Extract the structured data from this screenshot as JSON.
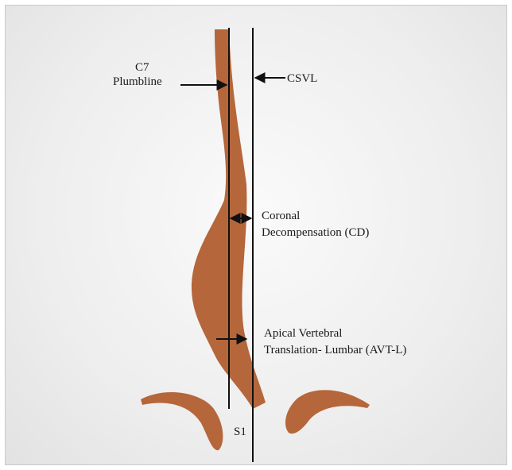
{
  "diagram": {
    "labels": {
      "c7_line1": "C7",
      "c7_line2": "Plumbline",
      "csvl": "CSVL",
      "cd_line1": "Coronal",
      "cd_line2": "Decompensation (CD)",
      "avt_line1": "Apical Vertebral",
      "avt_line2": "Translation- Lumbar (AVT-L)",
      "s1": "S1"
    },
    "colors": {
      "spine": "#b5663a",
      "lines": "#111111",
      "text": "#1a1a1a",
      "background": "#efefef"
    }
  }
}
